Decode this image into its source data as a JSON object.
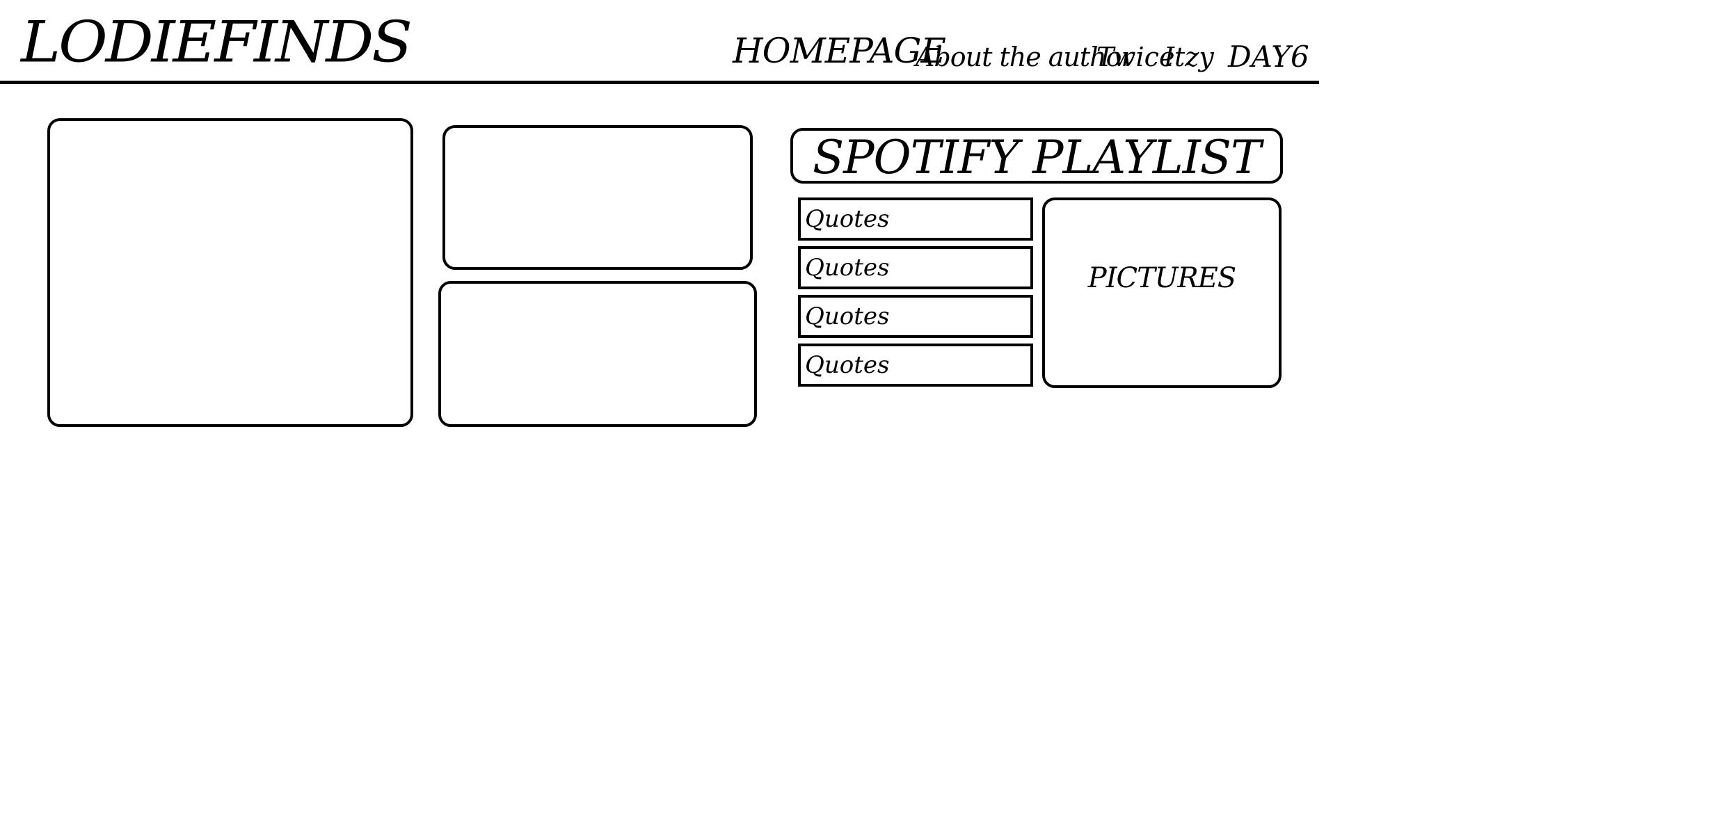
{
  "header": {
    "logo": "LODIEFINDS",
    "nav": {
      "homepage": "HOMEPAGE",
      "about": "About the author",
      "twice": "Twice",
      "itzy": "Itzy",
      "day6": "DAY6"
    }
  },
  "main": {
    "playlist_title": "SPOTIFY PLAYLIST",
    "quotes": [
      "Quotes",
      "Quotes",
      "Quotes",
      "Quotes"
    ],
    "pictures_label": "PICTURES"
  },
  "colors": {
    "line": "#000000",
    "background": "#ffffff"
  }
}
